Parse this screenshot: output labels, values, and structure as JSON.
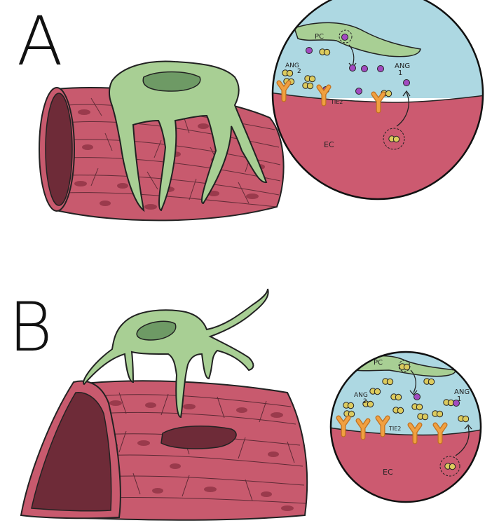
{
  "panels": [
    {
      "letter": "A",
      "inset": {
        "pc": "PC",
        "ang2_a": "ANG",
        "ang2_b": "2",
        "ang1_a": "ANG",
        "ang1_b": "1",
        "tie2": "TIE2",
        "ec": "EC"
      }
    },
    {
      "letter": "B",
      "inset": {
        "pc": "PC",
        "ang2_a": "ANG",
        "ang2_b": "2",
        "ang1_a": "ANG",
        "ang1_b": "1",
        "tie2": "TIE2",
        "ec": "EC"
      }
    }
  ],
  "colors": {
    "vessel": "#c85a6e",
    "vessel_lumen": "#6e2b38",
    "vessel_cell": "#9a3a4c",
    "pericyte": "#a8cf94",
    "pericyte_nucleus": "#6e9a65",
    "plasma": "#add8e2",
    "endothelium": "#cc5a70",
    "ang2": "#dccb5e",
    "ang1": "#a24ac0",
    "tie2": "#f0a040"
  }
}
